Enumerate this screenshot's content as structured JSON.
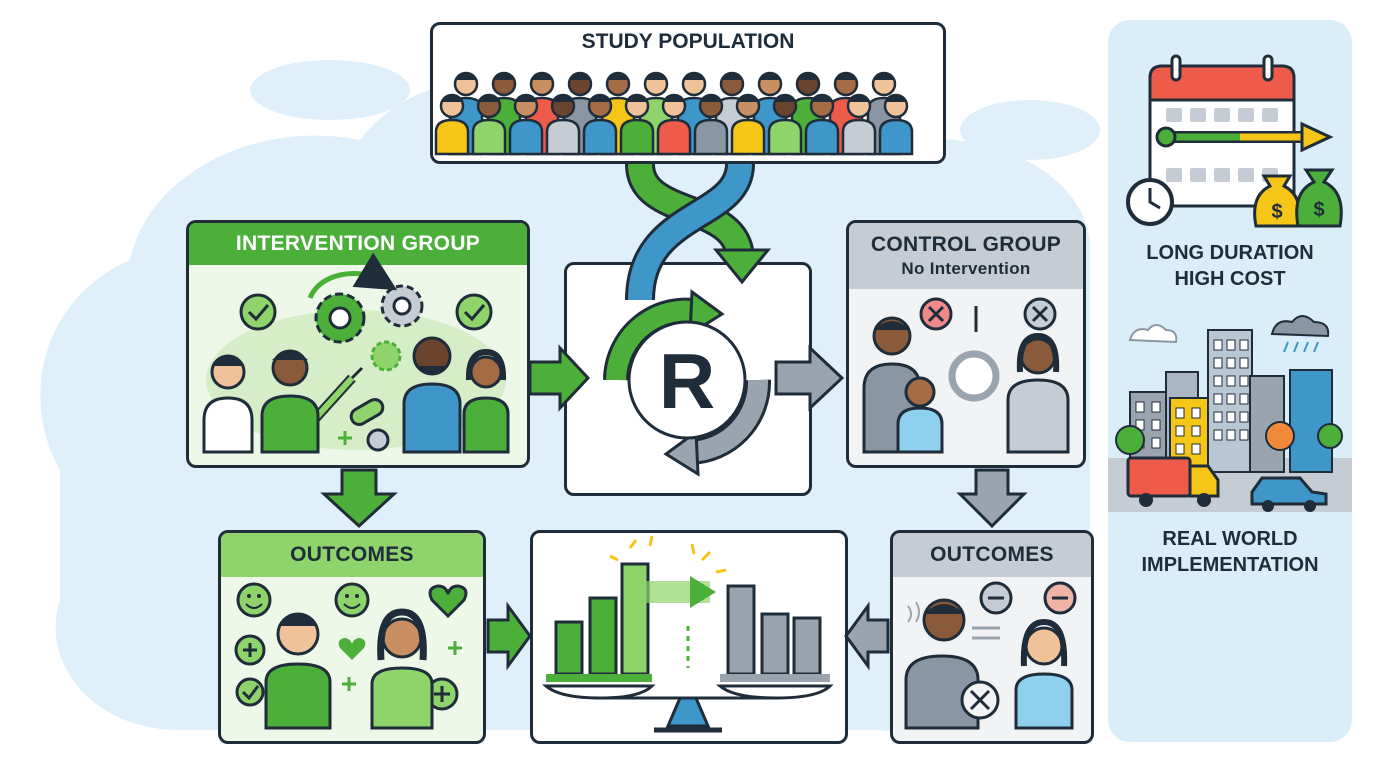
{
  "study_population": {
    "title": "STUDY POPULATION"
  },
  "intervention_group": {
    "title": "INTERVENTION GROUP"
  },
  "randomization": {
    "symbol": "R"
  },
  "control_group": {
    "title": "CONTROL GROUP",
    "subtitle": "No Intervention"
  },
  "intervention_outcomes": {
    "title": "OUTCOMES"
  },
  "control_outcomes": {
    "title": "OUTCOMES"
  },
  "side_panel": {
    "cost_line1": "LONG DURATION",
    "cost_line2": "HIGH COST",
    "impl_line1": "REAL WORLD",
    "impl_line2": "IMPLEMENTATION"
  },
  "colors": {
    "green": "#4caf3a",
    "light_green": "#8fd36b",
    "gray": "#8a96a3",
    "dark": "#1f2d3a",
    "blue": "#3f97c9",
    "sky": "#d9eef9"
  },
  "icons": [
    "person-icon",
    "doctor-icon",
    "gear-icon",
    "check-icon",
    "syringe-icon",
    "pill-icon",
    "cross-circle-icon",
    "minus-circle-icon",
    "smiley-icon",
    "heart-icon",
    "plus-icon",
    "calendar-icon",
    "clock-icon",
    "money-bag-icon",
    "city-icon",
    "truck-icon",
    "car-icon",
    "bar-chart-icon",
    "balance-scale-icon",
    "circular-arrows-icon"
  ]
}
